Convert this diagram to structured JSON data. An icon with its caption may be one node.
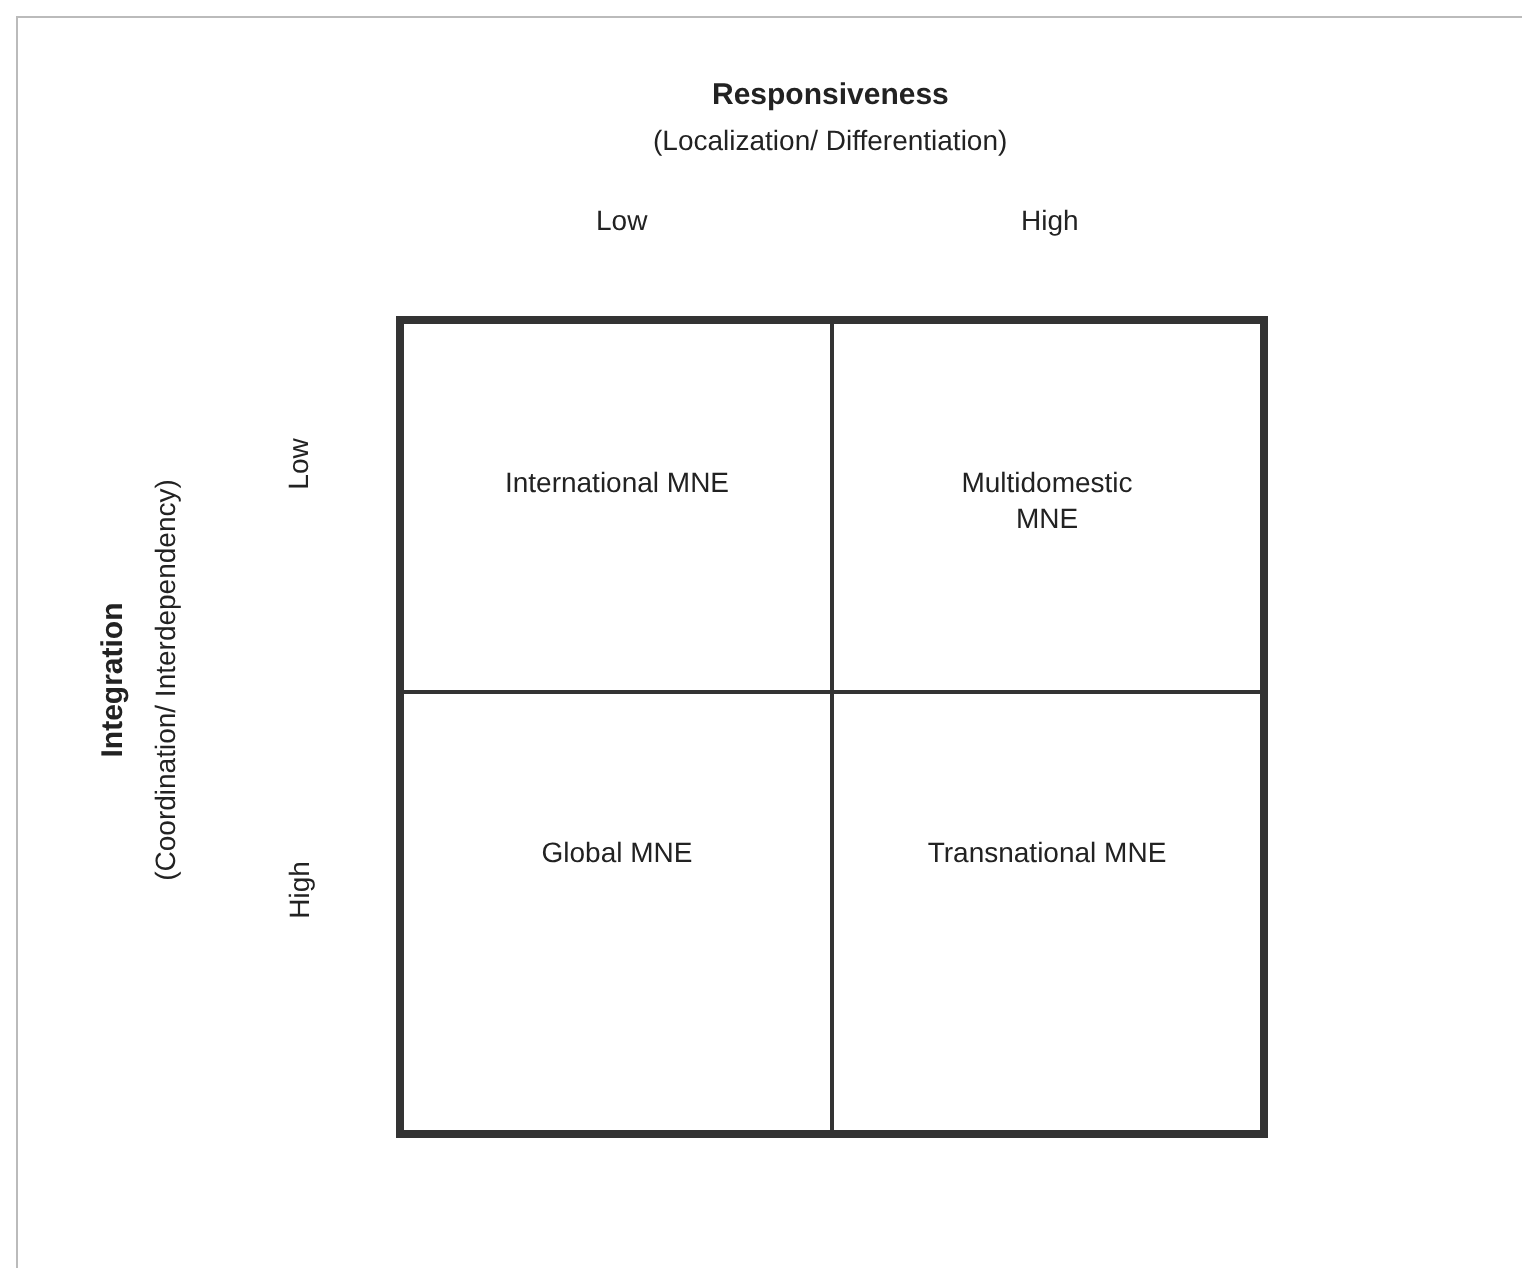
{
  "diagram": {
    "nodes": [
      {
        "text": [
          "International MNE"
        ]
      },
      {
        "text": [
          "Multidomestic MNE"
        ]
      },
      {
        "text": [
          "Global MNE"
        ]
      },
      {
        "text": [
          "Transnational MNE"
        ]
      }
    ],
    "labels": [
      "Responsiveness",
      "(Localization/ Differentiation)",
      "Low",
      "High",
      "Integration",
      "(Coordination/ Interdependency)",
      "Low",
      "High"
    ]
  }
}
